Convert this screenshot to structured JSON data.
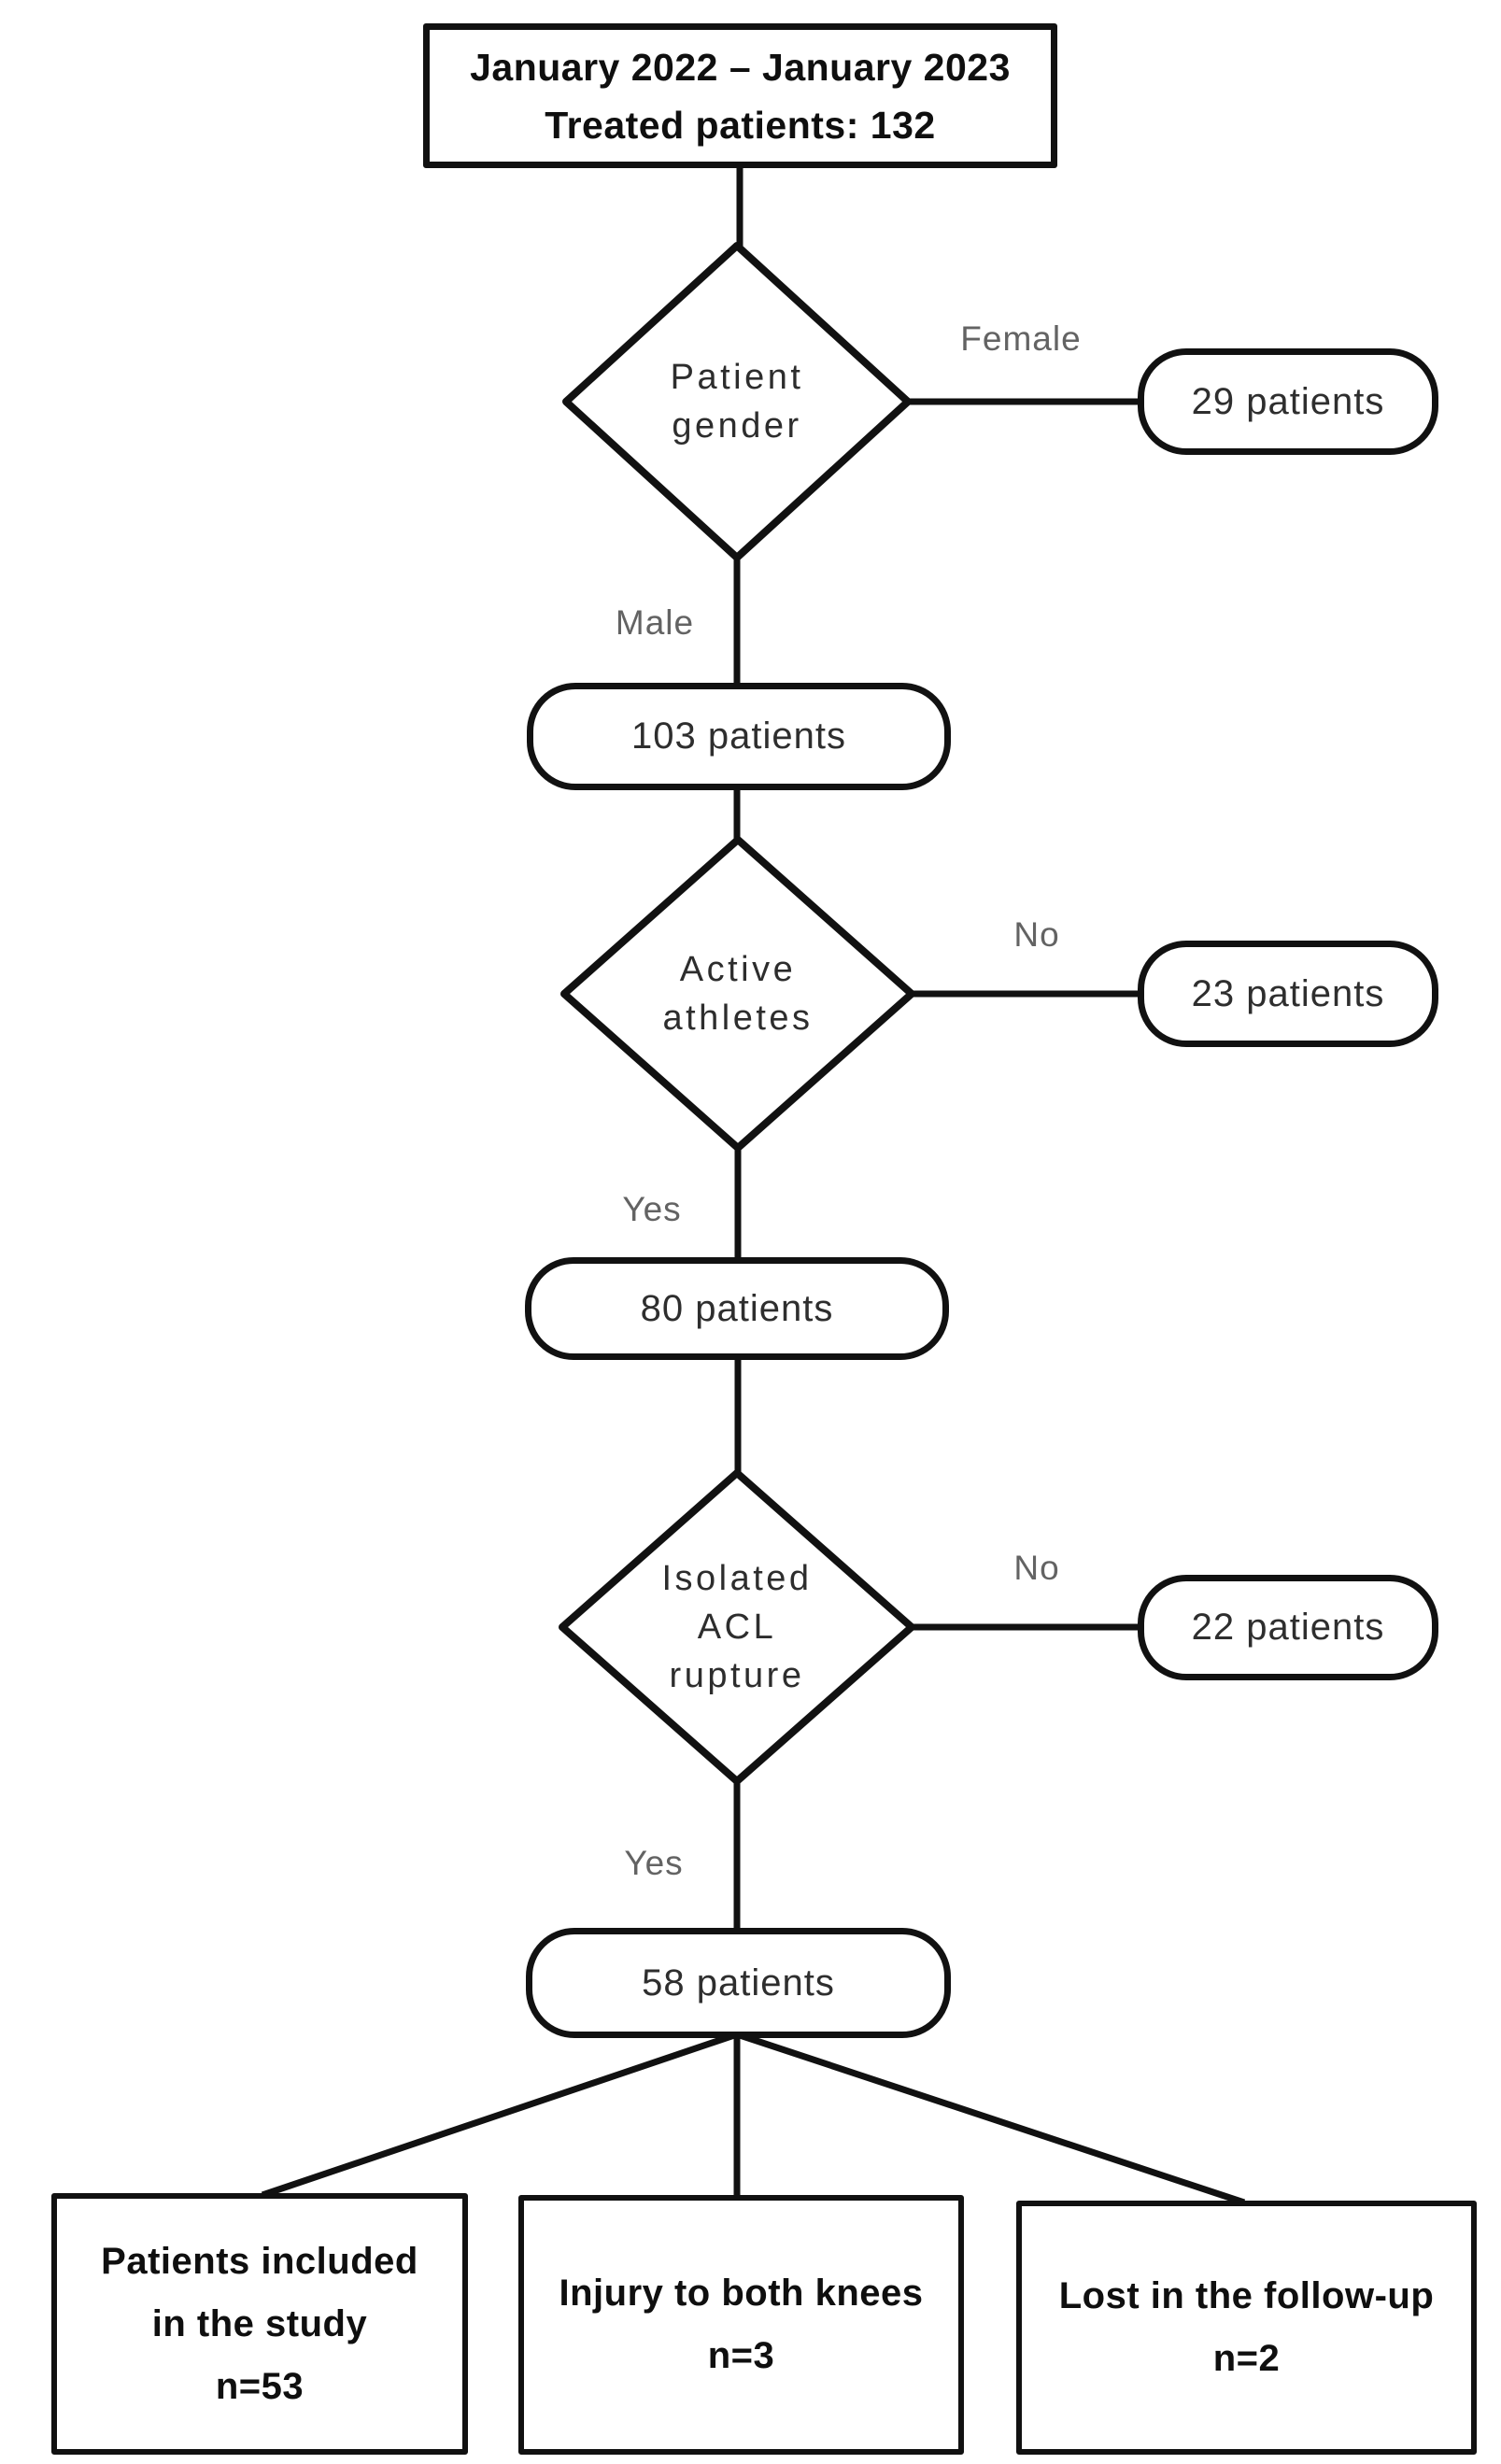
{
  "flow": {
    "title_box": {
      "lines": [
        "January 2022 – January 2023",
        "Treated patients: 132"
      ]
    },
    "decisions": [
      {
        "id": "patient-gender",
        "lines": [
          "Patient",
          "gender"
        ],
        "branch_label": "Female",
        "branch_result": "29 patients",
        "continue_label": "Male",
        "continue_result": "103 patients"
      },
      {
        "id": "active-athletes",
        "lines": [
          "Active",
          "athletes"
        ],
        "branch_label": "No",
        "branch_result": "23 patients",
        "continue_label": "Yes",
        "continue_result": "80 patients"
      },
      {
        "id": "isolated-acl-rupture",
        "lines": [
          "Isolated",
          "ACL",
          "rupture"
        ],
        "branch_label": "No",
        "branch_result": "22 patients",
        "continue_label": "Yes",
        "continue_result": "58 patients"
      }
    ],
    "outcomes": [
      {
        "lines": [
          "Patients included",
          "in the study",
          "n=53"
        ]
      },
      {
        "lines": [
          "Injury to both knees",
          "n=3"
        ]
      },
      {
        "lines": [
          "Lost in the follow-up",
          "n=2"
        ]
      }
    ],
    "colors": {
      "stroke": "#111111",
      "label_gray": "#636363",
      "background": "#ffffff"
    }
  }
}
